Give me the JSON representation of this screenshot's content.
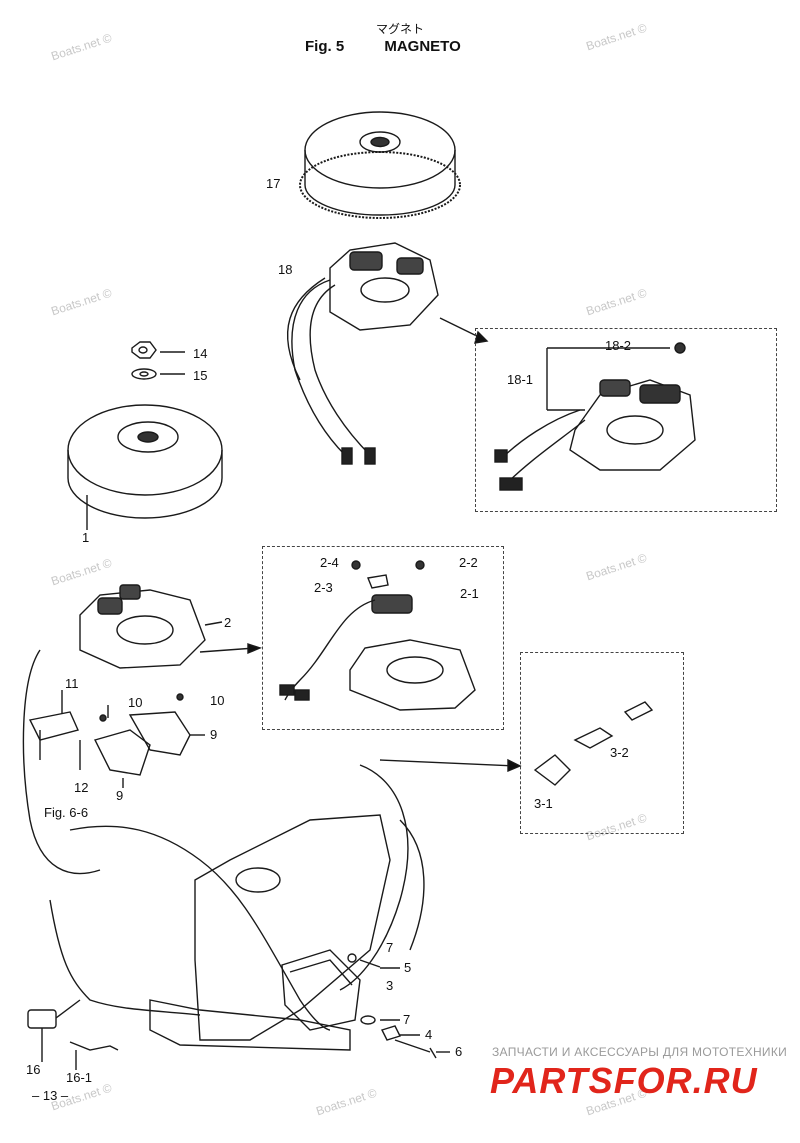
{
  "header": {
    "subtitle_jp": "マグネト",
    "fig_number": "Fig. 5",
    "title": "MAGNETO"
  },
  "watermark_text": "Boats.net ©",
  "callouts": {
    "c17": "17",
    "c18": "18",
    "c18_1": "18-1",
    "c18_2": "18-2",
    "c14": "14",
    "c15": "15",
    "c1": "1",
    "c2": "2",
    "c2_1": "2-1",
    "c2_2": "2-2",
    "c2_3": "2-3",
    "c2_4": "2-4",
    "c11": "11",
    "c12": "12",
    "c10a": "10",
    "c10b": "10",
    "c9a": "9",
    "c9b": "9",
    "fig66": "Fig. 6-6",
    "c3": "3",
    "c3_1": "3-1",
    "c3_2": "3-2",
    "c7a": "7",
    "c7b": "7",
    "c5": "5",
    "c4": "4",
    "c6": "6",
    "c16": "16",
    "c16_1": "16-1"
  },
  "page_number": "– 13 –",
  "advert": {
    "tagline": "ЗАПЧАСТИ И АКСЕССУАРЫ ДЛЯ МОТОТЕХНИКИ",
    "logo": "PARTSFOR.RU"
  }
}
